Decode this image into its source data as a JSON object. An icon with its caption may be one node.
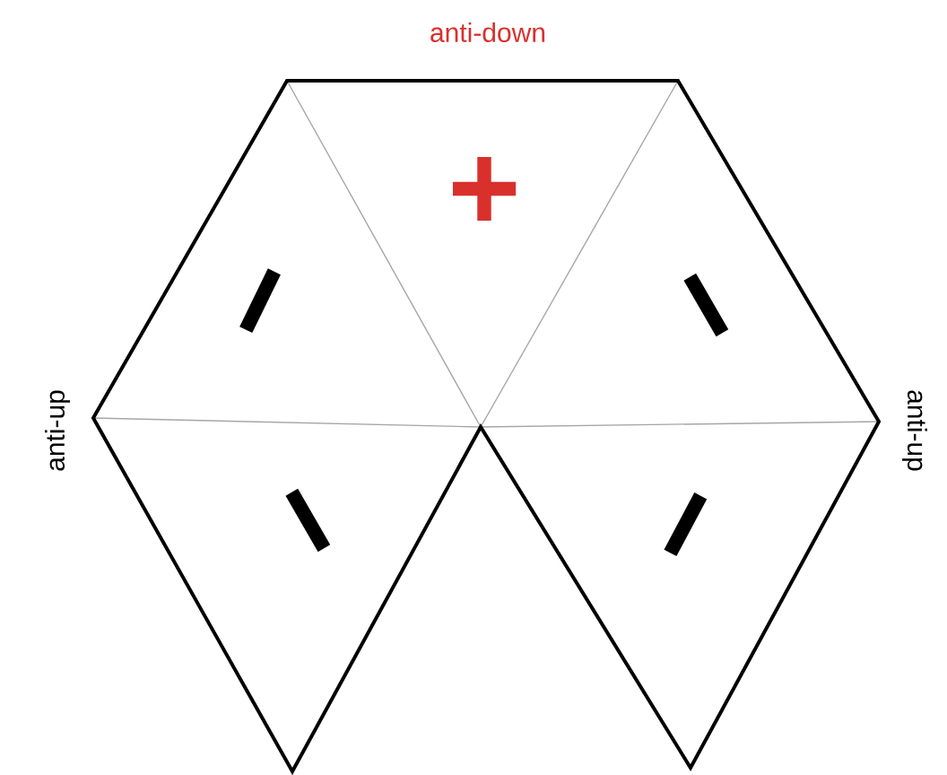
{
  "diagram": {
    "labels": [
      "anti-down",
      "+",
      "−",
      "−",
      "anti-up",
      "anti-up",
      "−",
      "−"
    ]
  }
}
